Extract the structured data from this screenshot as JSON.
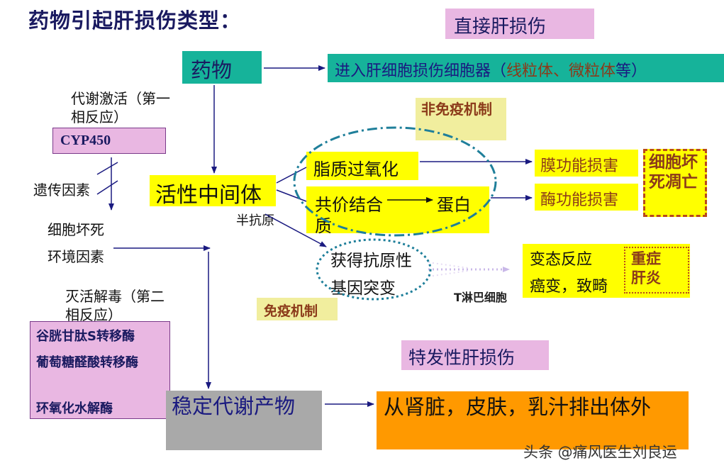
{
  "title": "药物引起肝损伤类型：",
  "direct_injury": "直接肝损伤",
  "drug": "药物",
  "enter_cell": {
    "prefix": "进入肝细胞损伤细胞器（",
    "highlight": "线粒体、微粒体",
    "suffix": "等）"
  },
  "metabolic_activation": "代谢激活（第一相反应）",
  "cyp": "CYP450",
  "non_immune": "非免疫机制",
  "genetic": "遗传因素",
  "active_intermediate": "活性中间体",
  "lipid_peroxidation": "脂质过氧化",
  "covalent": {
    "left": "共价结合",
    "right": "蛋白",
    "tail": "质"
  },
  "membrane_damage": "膜功能损害",
  "enzyme_damage": "酶功能损害",
  "cell_death_box": "细胞坏死凋亡",
  "cell_necrosis": "细胞坏死",
  "hapten": "半抗原",
  "env_factor": "环境因素",
  "antigen": "获得抗原性",
  "gene_mutation": "基因突变",
  "allergic": "变态反应",
  "cancer": "癌变，致畸",
  "severe_hepatitis": "重症肝炎",
  "t_lymph": "T淋巴细胞",
  "immune": "免疫机制",
  "inactivation": "灭活解毒（第二相反应）",
  "phase2_enzymes": [
    "谷胱甘肽S转移酶",
    "葡萄糖醛酸转移酶",
    "环氧化水解酶"
  ],
  "idiosyncratic": "特发性肝损伤",
  "stable_metabolite": "稳定代谢产物",
  "excretion": "从肾脏，皮肤，乳汁排出体外",
  "watermark": "头条 @痛风医生刘良运",
  "colors": {
    "navy": "#1a1a80",
    "pink": "#e9b7e2",
    "teal": "#16b39a",
    "yellow": "#ffff00",
    "orange": "#ff9900",
    "gray": "#a9a9a9",
    "cream": "#f1ee9e",
    "brown": "#8b3a1a",
    "dash": "#1f7f9a"
  }
}
